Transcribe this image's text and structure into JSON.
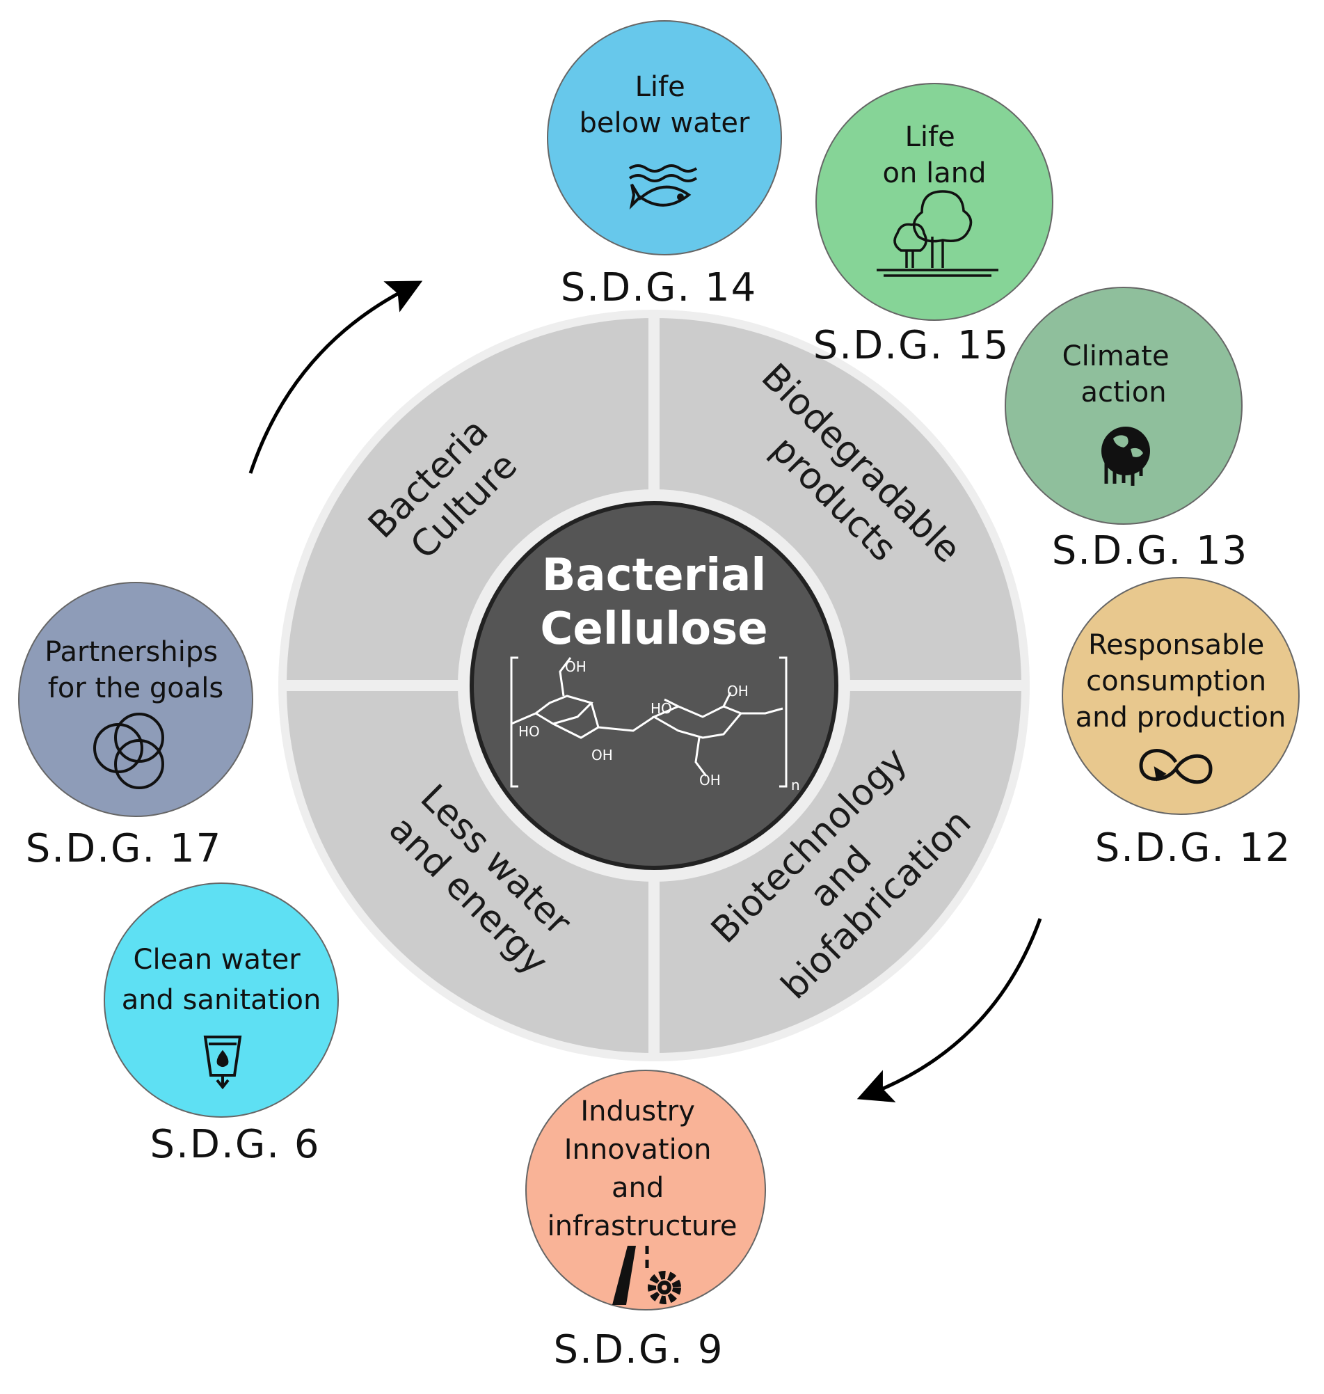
{
  "center": {
    "title_line1": "Bacterial",
    "title_line2": "Cellulose",
    "fill": "#555555",
    "structure_labels": {
      "oh_top_left": "OH",
      "ho_left": "HO",
      "oh_bottom_left": "OH",
      "ho_mid": "HO",
      "oh_top_right": "OH",
      "oh_bottom_right": "OH",
      "subscript": "n"
    }
  },
  "quadrants": {
    "fill": "#cccccc",
    "ring_fill": "#eeeeee",
    "top_left": {
      "line1": "Bacteria",
      "line2": "Culture"
    },
    "top_right": {
      "line1": "Biodegradable",
      "line2": "products"
    },
    "bottom_left": {
      "line1": "Less water",
      "line2": "and energy"
    },
    "bottom_right": {
      "line1": "Biotechnology",
      "line2": "and",
      "line3": "biofabrication"
    }
  },
  "goals": [
    {
      "id": "sdg14",
      "label": "S.D.G. 14",
      "line1": "Life",
      "line2": "below water",
      "color": "#67c8eb",
      "icon": "fish-icon"
    },
    {
      "id": "sdg15",
      "label": "S.D.G. 15",
      "line1": "Life",
      "line2": "on land",
      "color": "#86d497",
      "icon": "trees-icon"
    },
    {
      "id": "sdg13",
      "label": "S.D.G. 13",
      "line1": "Climate",
      "line2": "action",
      "color": "#8fbf9c",
      "icon": "melting-globe-icon"
    },
    {
      "id": "sdg12",
      "label": "S.D.G. 12",
      "line1": "Responsable",
      "line2": "consumption",
      "line3": "and production",
      "color": "#e8c88e",
      "icon": "infinity-cycle-icon"
    },
    {
      "id": "sdg9",
      "label": "S.D.G. 9",
      "line1": "Industry",
      "line2": "Innovation",
      "line3": "and",
      "line4": "infrastructure",
      "color": "#f9b397",
      "icon": "road-gear-icon"
    },
    {
      "id": "sdg6",
      "label": "S.D.G. 6",
      "line1": "Clean water",
      "line2": "and sanitation",
      "color": "#5ee0f3",
      "icon": "water-glass-icon"
    },
    {
      "id": "sdg17",
      "label": "S.D.G. 17",
      "line1": "Partnerships",
      "line2": "for the goals",
      "color": "#8e9cb8",
      "icon": "three-rings-icon"
    }
  ]
}
